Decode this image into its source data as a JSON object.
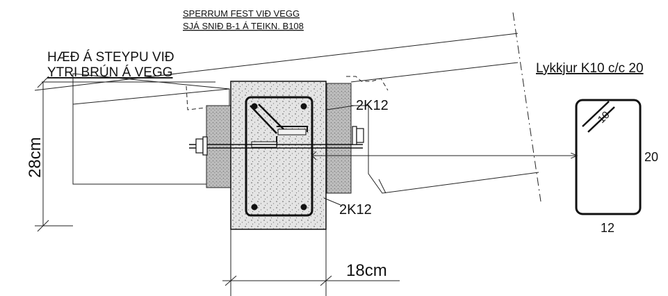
{
  "drawing": {
    "note_top_line1": "SPERRUM FEST VIÐ VEGG",
    "note_top_line2": "SJÁ SNIÐ B-1 Á TEIKN. B108",
    "note_left_line1": "HÆÐ Á STEYPU VIÐ",
    "note_left_line2": "YTRI BRÚN Á VEGG",
    "label_rebar_top": "2K12",
    "label_rebar_bottom": "2K12",
    "dimension_height": "28cm",
    "dimension_width": "18cm",
    "stirrup_title": "Lykkjur K10 c/c 20",
    "stirrup_bar_size": "10",
    "stirrup_height": "20",
    "stirrup_width": "12"
  }
}
